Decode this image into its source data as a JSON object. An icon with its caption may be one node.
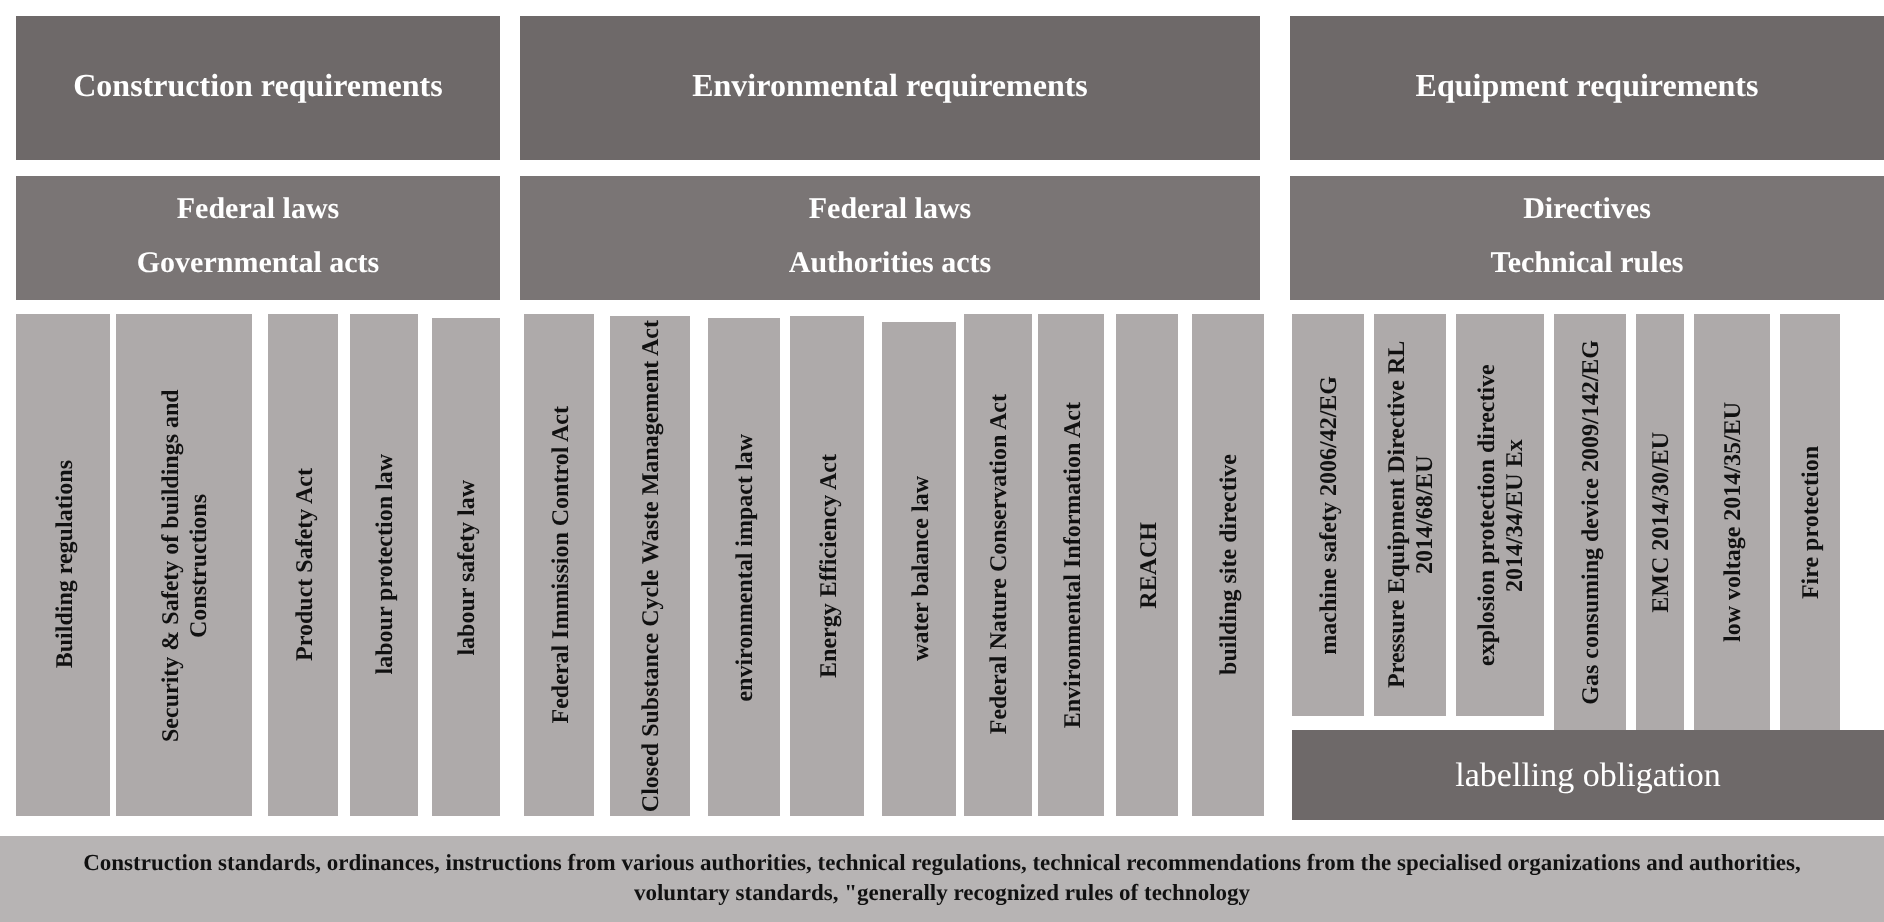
{
  "diagram": {
    "nodes": [
      {
        "text": [
          "Construction requirements"
        ]
      },
      {
        "text": [
          "Environmental requirements"
        ]
      },
      {
        "text": [
          "Equipment requirements"
        ]
      },
      {
        "text": [
          "Federal laws",
          "Governmental acts"
        ]
      },
      {
        "text": [
          "Federal laws",
          "Authorities acts"
        ]
      },
      {
        "text": [
          "Directives",
          "Technical rules"
        ]
      },
      {
        "text": [
          "Building regulations"
        ]
      },
      {
        "text": [
          "Security & Safety of buildings and Constructions"
        ]
      },
      {
        "text": [
          "Product Safety Act"
        ]
      },
      {
        "text": [
          "labour protection law"
        ]
      },
      {
        "text": [
          "labour safety law"
        ]
      },
      {
        "text": [
          "Federal Immission Control Act"
        ]
      },
      {
        "text": [
          "Closed Substance Cycle Waste Management Act"
        ]
      },
      {
        "text": [
          "environmental impact law"
        ]
      },
      {
        "text": [
          "Energy Efficiency Act"
        ]
      },
      {
        "text": [
          "water balance law"
        ]
      },
      {
        "text": [
          "Federal Nature Conservation Act"
        ]
      },
      {
        "text": [
          "Environmental Information Act"
        ]
      },
      {
        "text": [
          "REACH"
        ]
      },
      {
        "text": [
          "building site directive"
        ]
      },
      {
        "text": [
          "machine safety 2006/42/EG"
        ]
      },
      {
        "text": [
          "Pressure Equipment Directive RL 2014/68/EU"
        ]
      },
      {
        "text": [
          "explosion protection directive 2014/34/EU Ex"
        ]
      },
      {
        "text": [
          "Gas consuming device 2009/142/EG"
        ]
      },
      {
        "text": [
          "EMC 2014/30/EU"
        ]
      },
      {
        "text": [
          "low voltage 2014/35/EU"
        ]
      },
      {
        "text": [
          "Fire protection"
        ]
      },
      {
        "text": [
          "labelling obligation"
        ]
      },
      {
        "text": [
          "Construction standards, ordinances, instructions from various authorities, technical regulations, technical recommendations from the specialised organizations and authorities, voluntary standards, \"generally recognized rules of technology"
        ]
      }
    ]
  }
}
